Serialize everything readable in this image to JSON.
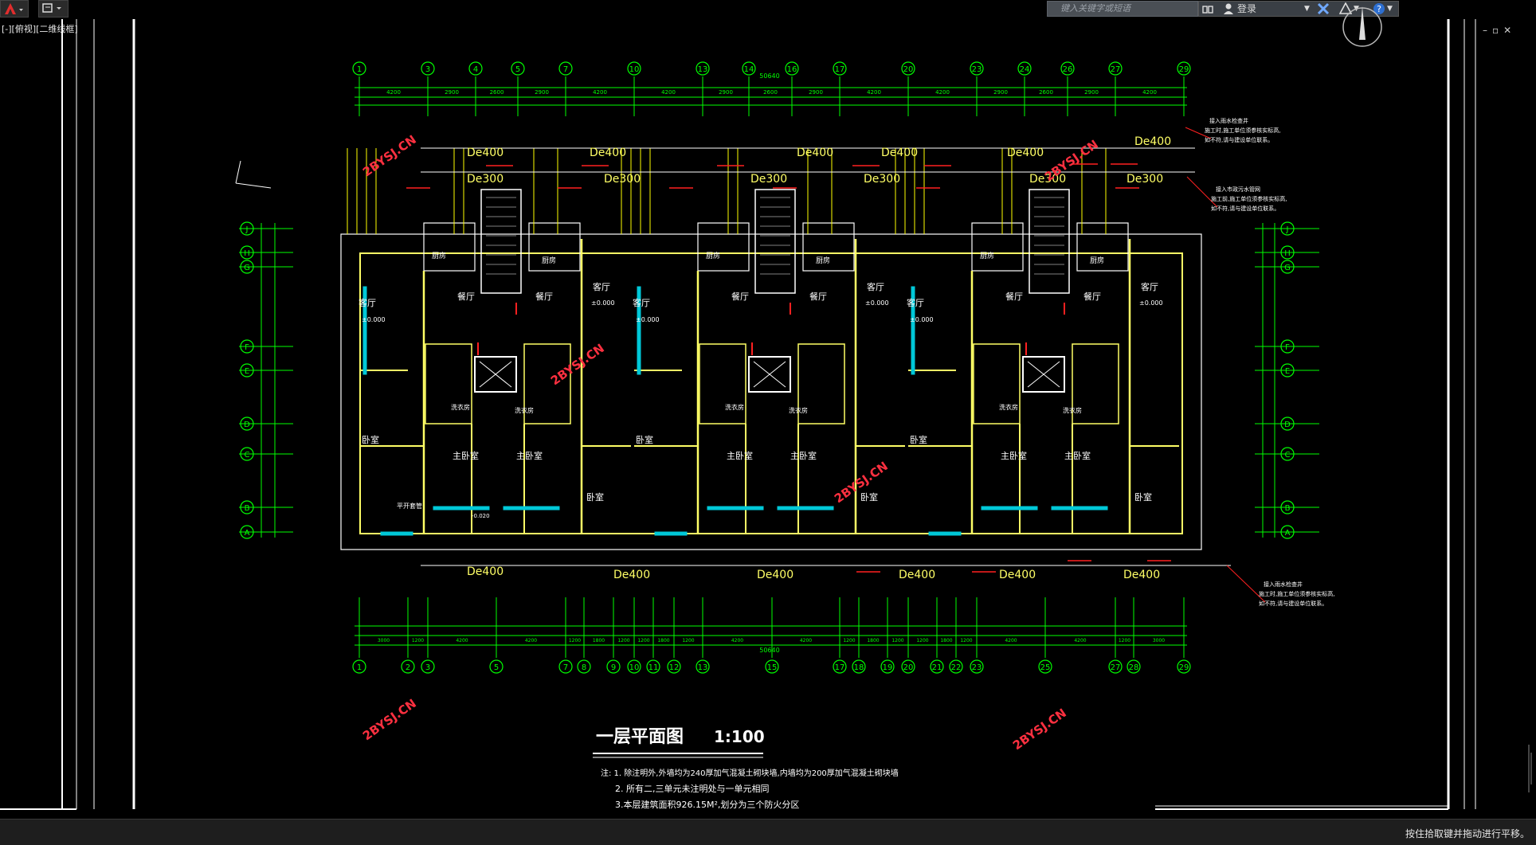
{
  "titlebar": {
    "search_placeholder": "键入关键字或短语",
    "login_label": "登录"
  },
  "viewport_label": "[-][俯视][二维线框]",
  "drawing": {
    "title": "一层平面图",
    "scale": "1:100",
    "watermark": "2BYSJ.CN",
    "notes": [
      "注: 1. 除注明外,外墙均为240厚加气混凝土砌块墙,内墙均为200厚加气混凝土砌块墙",
      "2. 所有二,三单元未注明处与一单元相同",
      "3.本层建筑面积926.15M²,划分为三个防火分区"
    ],
    "overall_dim": "50640",
    "pipe_labels": [
      "De400",
      "De300"
    ],
    "room_labels": {
      "living": "客厅",
      "dining": "餐厅",
      "bedroom": "卧室",
      "master_bedroom": "主卧室",
      "kitchen": "厨房",
      "laundry": "洗衣房",
      "drain_pipe": "平开套管"
    },
    "floor_levels": [
      "±0.000",
      "-0.020"
    ],
    "callout_notes": [
      [
        "接入雨水检查井",
        "施工时,施工单位须参核实标高,",
        "如不符,请与建设单位联系。"
      ],
      [
        "接入市政污水管网",
        "施工前,施工单位须参核实标高,",
        "如不符,请与建设单位联系。"
      ],
      [
        "接入雨水检查井",
        "施工时,施工单位须参核实标高,",
        "如不符,请与建设单位联系。"
      ]
    ],
    "top_axes": [
      "1",
      "3",
      "4",
      "5",
      "7",
      "10",
      "13",
      "14",
      "16",
      "17",
      "20",
      "23",
      "24",
      "26",
      "27",
      "29"
    ],
    "bottom_axes": [
      "1",
      "2",
      "3",
      "5",
      "7",
      "8",
      "9",
      "10",
      "11",
      "12",
      "13",
      "15",
      "17",
      "18",
      "19",
      "20",
      "21",
      "22",
      "23",
      "25",
      "27",
      "28",
      "29"
    ],
    "left_axes": [
      "J",
      "H",
      "G",
      "F",
      "E",
      "D",
      "C",
      "B",
      "A"
    ],
    "top_dims_row1": [
      "4200",
      "2900",
      "2600",
      "2900",
      "4200",
      "4200",
      "2900",
      "2600",
      "2900",
      "4200",
      "4200",
      "2900",
      "2600",
      "2900",
      "4200"
    ],
    "bottom_dims_row1": [
      "3000",
      "1200",
      "4200",
      "4200",
      "1200",
      "1800",
      "1200",
      "1200",
      "1800",
      "1200",
      "4200",
      "4200",
      "1200",
      "1800",
      "1200",
      "1200",
      "1800",
      "1200",
      "4200",
      "4200",
      "1200",
      "3000"
    ]
  },
  "status_text": "按住拾取键并拖动进行平移。",
  "colors": {
    "background": "#000000",
    "dimension": "#00ff00",
    "wall": "#ffff66",
    "wall_fill": "#ffffff",
    "window": "#00c8d8",
    "pipe": "#ffff00",
    "red": "#ff2020",
    "text": "#ffffff",
    "watermark": "#ff3040"
  },
  "icons": [
    "autocad-logo-icon",
    "quick-access-icon",
    "search-arrow-icon",
    "binoculars-icon",
    "user-icon",
    "exchange-icon",
    "autodesk-icon",
    "help-icon",
    "minimize-icon",
    "restore-icon",
    "close-icon",
    "viewcube-icon"
  ]
}
